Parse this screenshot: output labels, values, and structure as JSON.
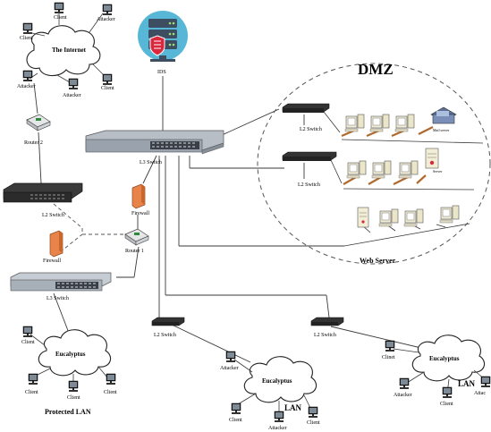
{
  "labels": {
    "internet_cloud": "The Internet",
    "client": "Client",
    "attacker": "Attacker",
    "router2": "Router 2",
    "router1": "Router 1",
    "firewall": "Firewall",
    "l2_switch": "L2 Switch",
    "l3_switch": "L3 Switch",
    "ids": "IDS",
    "dmz": "DMZ",
    "web_server": "Web Server",
    "mail_server": "Mail server",
    "server": "Server",
    "eucalyptus": "Eucalyptus",
    "protected_lan": "Protected LAN",
    "lan": "LAN",
    "clinet": "Clinet",
    "attack_partial": "Attac"
  },
  "colors": {
    "cloud_stroke": "#222222",
    "switch_dark": "#2b2b2b",
    "switch_light": "#b8bec6",
    "ids_circle": "#58b7d6",
    "ids_server": "#3d4e63",
    "shield": "#d9273d",
    "firewall": "#e8844a",
    "cable_brown": "#b06a2e",
    "dmz_dash": "#555555"
  }
}
